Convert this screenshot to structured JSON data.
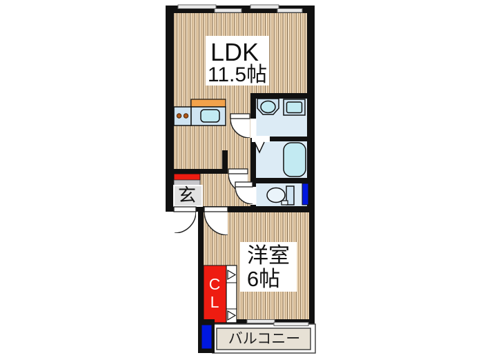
{
  "plan_title": "apartment-floor-plan",
  "rooms": {
    "ldk": {
      "label": "LDK",
      "size": "11.5帖"
    },
    "western_room": {
      "label": "洋室",
      "size": "6帖"
    },
    "entrance": {
      "label": "玄"
    },
    "closet": {
      "label": "CL",
      "line1": "C",
      "line2": "L"
    },
    "balcony": {
      "label": "バルコニー"
    }
  },
  "colors": {
    "wall": "#111111",
    "floor_wood": "#F1DDC0",
    "floor_wood_stripe": "#806A4E",
    "wet_room_floor": "#DCEBF5",
    "fixture_blue": "#CFE4F2",
    "fixture_inner_blue": "#C2EAF2",
    "kitchen_counter_orange": "#F2A24B",
    "burner_brown": "#B05818",
    "closet_red": "#EE1C11",
    "window_blue": "#0018E0",
    "entrance_gray": "#E2E2E2",
    "shoe_cabinet_gray": "#C6C6CA",
    "balcony_floor": "#E7E1D5"
  }
}
